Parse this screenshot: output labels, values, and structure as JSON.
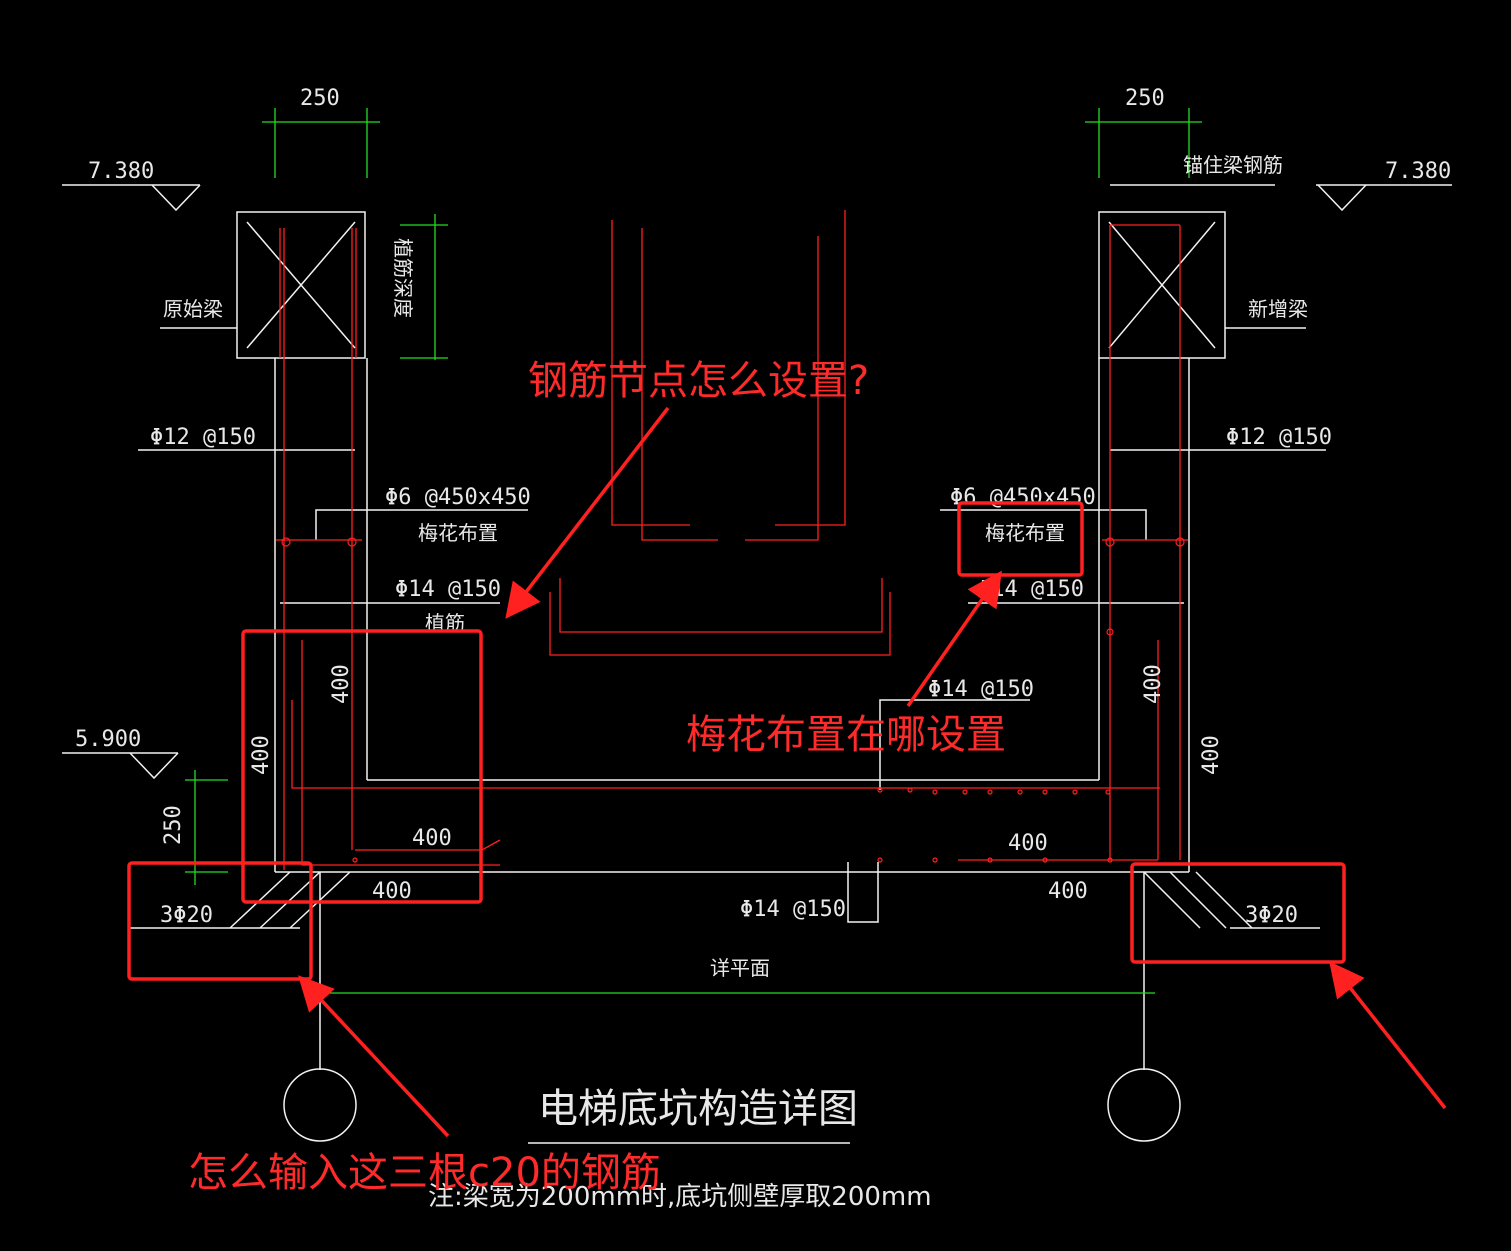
{
  "drawing": {
    "title": "电梯底坑构造详图",
    "note": "注:梁宽为200mm时,底坑侧壁厚取200mm",
    "plan_label": "详平面",
    "colors": {
      "background": "#000000",
      "lines": "#ffffff",
      "rebar": "#ff2020",
      "dimension": "#22dd22",
      "annotation": "#ff2a2a"
    }
  },
  "dimensions": {
    "left_top_width": "250",
    "right_top_width": "250",
    "left_wall_400": "400",
    "left_outer_400": "400",
    "left_slab_400": "400",
    "left_bottom_400": "400",
    "left_height_250": "250",
    "right_wall_400": "400",
    "right_outer_400": "400",
    "right_slab_400": "400",
    "right_bottom_400": "400"
  },
  "elevations": {
    "left_top": "7.380",
    "right_top": "7.380",
    "left_bottom": "5.900"
  },
  "labels": {
    "original_beam": "原始梁",
    "new_beam": "新增梁",
    "anchor_depth": "植筋深度",
    "anchor_beam_rebar": "锚住梁钢筋",
    "left_vert_rebar": "Φ12 @150",
    "right_vert_rebar": "Φ12 @150",
    "left_tie": "Φ6 @450x450",
    "left_tie_layout": "梅花布置",
    "right_tie": "Φ6 @450x450",
    "right_tie_layout": "梅花布置",
    "left_horiz_rebar": "Φ14 @150",
    "left_horiz_anchor": "植筋",
    "right_horiz_rebar": "Φ14 @150",
    "right_inner_rebar": "Φ14 @150",
    "slab_rebar": "Φ14 @150",
    "left_corner_bars": "3Φ20",
    "right_corner_bars": "3Φ20"
  },
  "annotations": {
    "rebar_node_question": "钢筋节点怎么设置?",
    "plum_layout_question": "梅花布置在哪设置",
    "c20_input_question": "怎么输入这三根c20的钢筋"
  }
}
